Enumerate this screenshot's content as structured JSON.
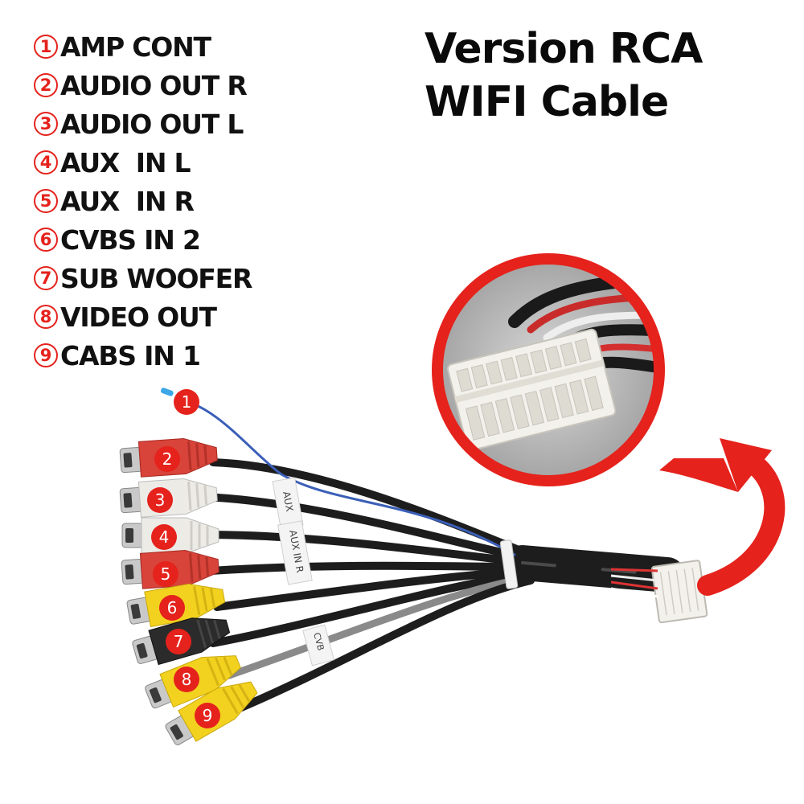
{
  "title": {
    "line1": "Version RCA",
    "line2": "WIFI Cable"
  },
  "legend": [
    {
      "num": "1",
      "label": "AMP CONT"
    },
    {
      "num": "2",
      "label": "AUDIO OUT R"
    },
    {
      "num": "3",
      "label": "AUDIO OUT L"
    },
    {
      "num": "4",
      "label": "AUX  IN L"
    },
    {
      "num": "5",
      "label": "AUX  IN R"
    },
    {
      "num": "6",
      "label": "CVBS IN 2"
    },
    {
      "num": "7",
      "label": "SUB WOOFER"
    },
    {
      "num": "8",
      "label": "VIDEO OUT"
    },
    {
      "num": "9",
      "label": "CABS IN 1"
    }
  ],
  "connector_numbers": [
    "1",
    "2",
    "3",
    "4",
    "5",
    "6",
    "7",
    "8",
    "9"
  ],
  "sleeve_labels": [
    "AUX",
    "AUX IN R",
    "CVB"
  ],
  "colors": {
    "accent_red": "#e5221c",
    "plug_red": "#d8433a",
    "plug_white": "#ecebe6",
    "plug_yellow": "#f2d21f",
    "plug_black": "#2b2b2b",
    "wire_black": "#1d1d1d",
    "wire_blue": "#3b5fb8"
  },
  "icons": [
    "circled-number",
    "rca-plug",
    "curved-arrow-icon",
    "zoom-callout",
    "white-connector"
  ]
}
